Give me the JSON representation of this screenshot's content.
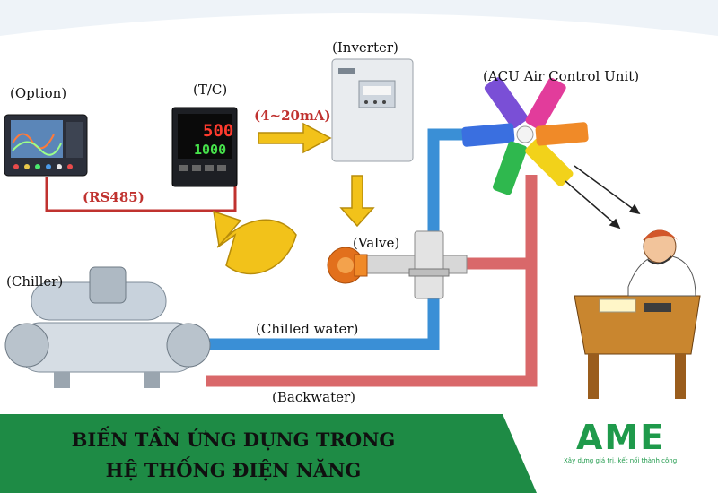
{
  "labels": {
    "option": "(Option)",
    "tc": "(T/C)",
    "inverter": "(Inverter)",
    "acu": "(ACU Air Control Unit)",
    "signal": "(4~20mA)",
    "rs485": "(RS485)",
    "valve": "(Valve)",
    "chiller": "(Chiller)",
    "chilled_water": "(Chilled water)",
    "backwater": "(Backwater)"
  },
  "controller_display": {
    "top_value": "500",
    "bottom_value": "1000"
  },
  "banner": {
    "line1": "BIẾN TẦN ỨNG DỤNG TRONG",
    "line2": "HỆ THỐNG ĐIỆN NĂNG"
  },
  "logo": {
    "name": "AME",
    "tagline": "Xây dựng giá trị, kết nối thành công"
  },
  "colors": {
    "chilled_pipe": "#3a8fd6",
    "back_pipe": "#d9686a",
    "rs485_line": "#c0322f",
    "arrow_yellow": "#f2c21a",
    "banner_green": "#1e8b45",
    "logo_green": "#1f9a4b"
  }
}
